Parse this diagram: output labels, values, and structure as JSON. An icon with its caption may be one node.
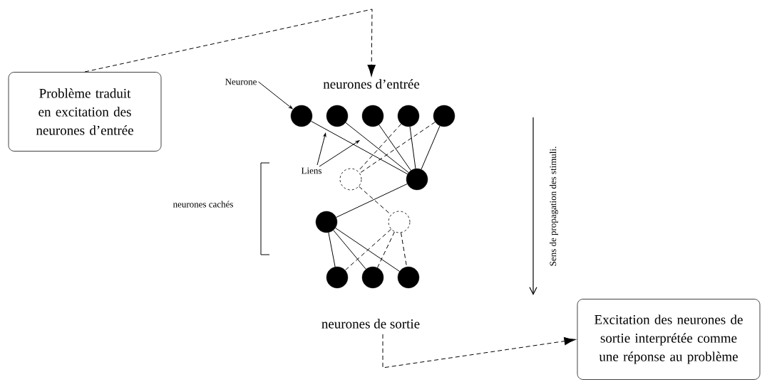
{
  "diagram": {
    "nodes": [
      {
        "text": [
          "Problème traduit en excitation des neurones d’entrée"
        ]
      },
      {
        "text": [
          "neurones d’entrée"
        ]
      },
      {
        "text": [],
        "shape": "circle"
      },
      {
        "text": [],
        "shape": "circle"
      },
      {
        "text": [],
        "shape": "circle"
      },
      {
        "text": [],
        "shape": "circle"
      },
      {
        "text": [],
        "shape": "circle"
      },
      {
        "text": [],
        "shape": "circle"
      },
      {
        "text": [],
        "shape": "circle"
      },
      {
        "text": [],
        "shape": "circle"
      },
      {
        "text": [],
        "shape": "circle"
      },
      {
        "text": [],
        "shape": "circle"
      },
      {
        "text": [],
        "shape": "circle"
      },
      {
        "text": [],
        "shape": "circle"
      },
      {
        "text": [
          "neurones de sortie"
        ]
      },
      {
        "text": [
          "Excitation des neurones de sortie interprétée comme une réponse au problème"
        ]
      },
      {
        "text": [
          "Neurone"
        ]
      },
      {
        "text": [
          "Liens"
        ]
      }
    ],
    "edges": [
      {
        "from": 0,
        "to": 1,
        "arrow": "to",
        "style": "dashed"
      },
      {
        "from": 2,
        "to": 7,
        "arrow": "none"
      },
      {
        "from": 3,
        "to": 7,
        "arrow": "none"
      },
      {
        "from": 4,
        "to": 7,
        "arrow": "none"
      },
      {
        "from": 5,
        "to": 7,
        "arrow": "none"
      },
      {
        "from": 6,
        "to": 7,
        "arrow": "none"
      },
      {
        "from": 5,
        "to": 8,
        "arrow": "none",
        "style": "dashed"
      },
      {
        "from": 6,
        "to": 8,
        "arrow": "none",
        "style": "dashed"
      },
      {
        "from": 7,
        "to": 9,
        "arrow": "none"
      },
      {
        "from": 8,
        "to": 10,
        "arrow": "none",
        "style": "dashed"
      },
      {
        "from": 9,
        "to": 11,
        "arrow": "none"
      },
      {
        "from": 9,
        "to": 12,
        "arrow": "none"
      },
      {
        "from": 9,
        "to": 13,
        "arrow": "none"
      },
      {
        "from": 10,
        "to": 11,
        "arrow": "none",
        "style": "dashed"
      },
      {
        "from": 10,
        "to": 12,
        "arrow": "none",
        "style": "dashed"
      },
      {
        "from": 10,
        "to": 13,
        "arrow": "none",
        "style": "dashed"
      },
      {
        "from": 14,
        "to": 15,
        "arrow": "to",
        "style": "dashed"
      },
      {
        "from": 16,
        "to": 2,
        "arrow": "to"
      },
      {
        "from": 17,
        "to": null,
        "arrow": "to"
      },
      {
        "from": 17,
        "to": null,
        "arrow": "to"
      }
    ],
    "labels": [
      "neurones cachés",
      "Sens de propagation des stimuli."
    ]
  }
}
